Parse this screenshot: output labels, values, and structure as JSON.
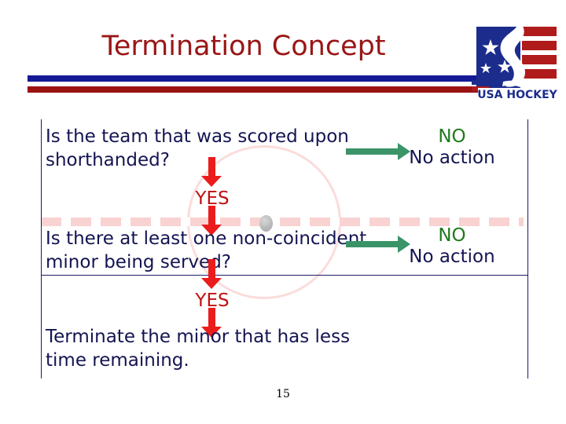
{
  "slide": {
    "title": "Termination Concept",
    "page_number": "15",
    "colors": {
      "title_red": "#991616",
      "rule_blue": "#141A96",
      "rule_red": "#9B1212",
      "body_navy": "#141452",
      "yes_red": "#C01010",
      "no_green": "#1E7A1E",
      "arrow_red": "#EB1C1C",
      "arrow_green": "#3A9468",
      "watermark_pink": "#F9D2D2"
    }
  },
  "logo": {
    "name": "usa-hockey-logo",
    "wordmark": "USA HOCKEY",
    "field_blue": "#1B2C8C",
    "stripe_red": "#B01B1B"
  },
  "flow": {
    "steps": [
      {
        "id": "step-1",
        "question": "Is the team that was scored upon shorthanded?",
        "yes_label": "YES",
        "no_label": "NO",
        "no_action": "No action"
      },
      {
        "id": "step-2",
        "question": "Is there at least one non-coincident minor being served?",
        "yes_label": "YES",
        "no_label": "NO",
        "no_action": "No action"
      },
      {
        "id": "step-3",
        "question": "Terminate the minor that has less time remaining."
      }
    ]
  }
}
